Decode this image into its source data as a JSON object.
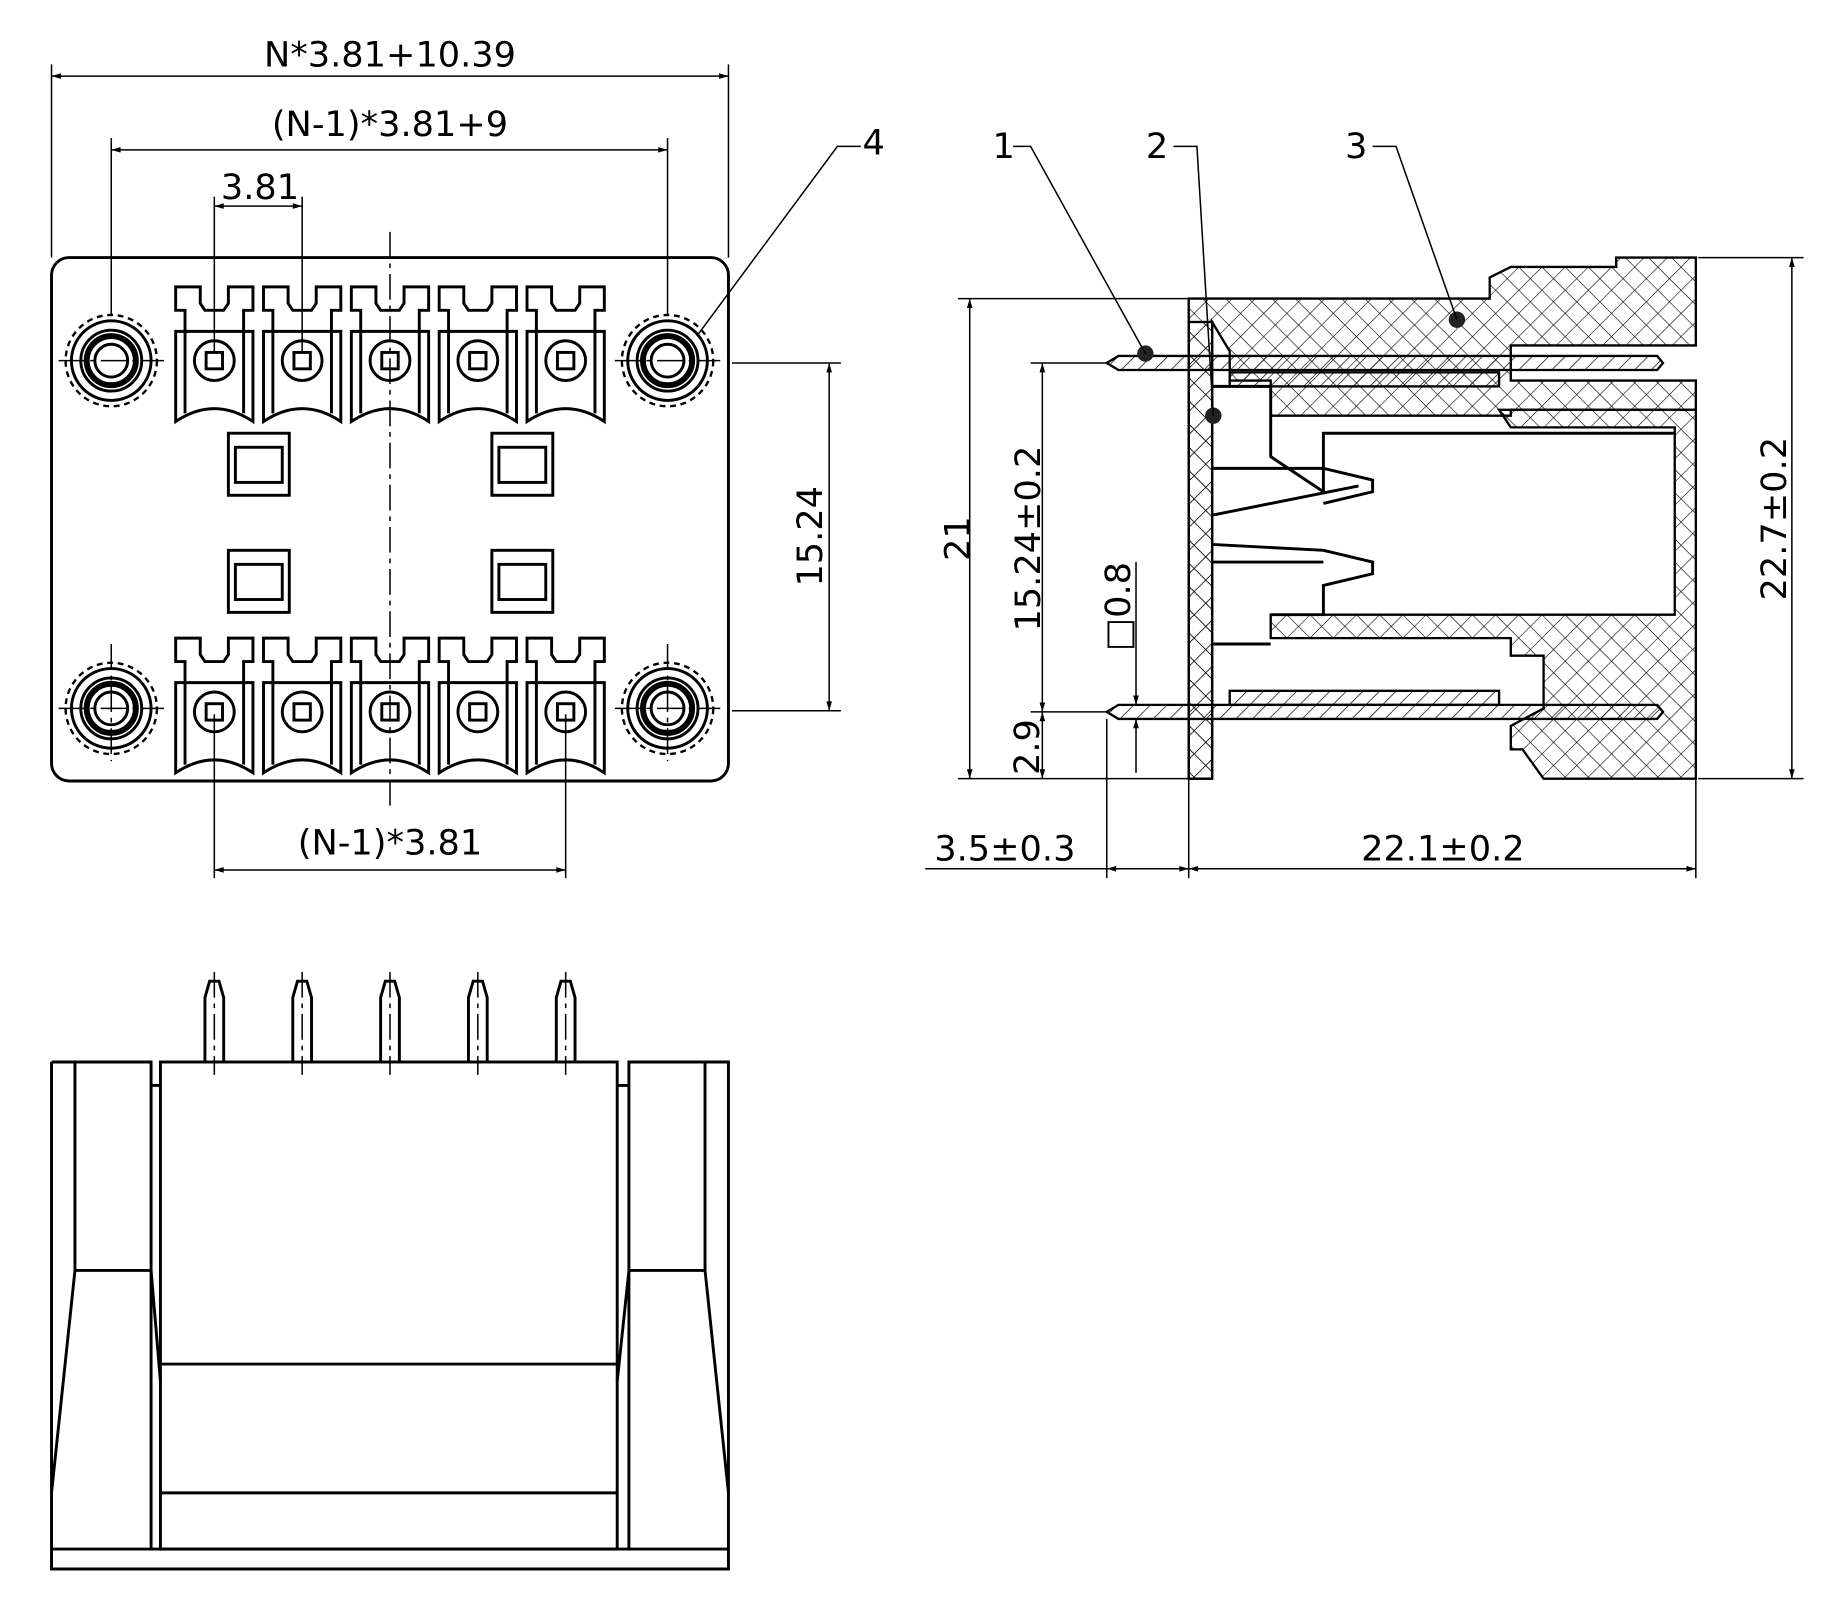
{
  "front_view": {
    "dim_total_width": "N*3.81+10.39",
    "dim_mount_pitch": "(N-1)*3.81+9",
    "dim_pitch": "3.81",
    "dim_row_spacing": "15.24",
    "dim_pin_span": "(N-1)*3.81",
    "callout_4": "4"
  },
  "side_view": {
    "callout_1": "1",
    "callout_2": "2",
    "callout_3": "3",
    "dim_height_21": "21",
    "dim_row_spacing": "15.24±0.2",
    "dim_pin_square": "□0.8",
    "dim_pin_offset": "2.9",
    "dim_total_height": "22.7±0.2",
    "dim_pin_length": "3.5±0.3",
    "dim_body_length": "22.1±0.2"
  }
}
